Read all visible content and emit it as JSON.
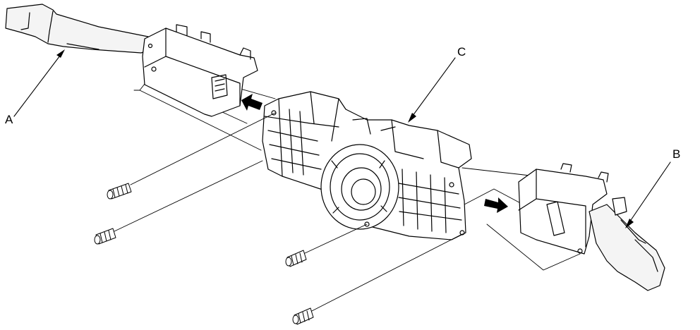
{
  "callouts": {
    "a": "A",
    "b": "B",
    "c": "C"
  },
  "colors": {
    "line": "#000000",
    "lever_fill": "#f4f4f4",
    "part_fill": "#ffffff",
    "hatch": "#333333"
  }
}
